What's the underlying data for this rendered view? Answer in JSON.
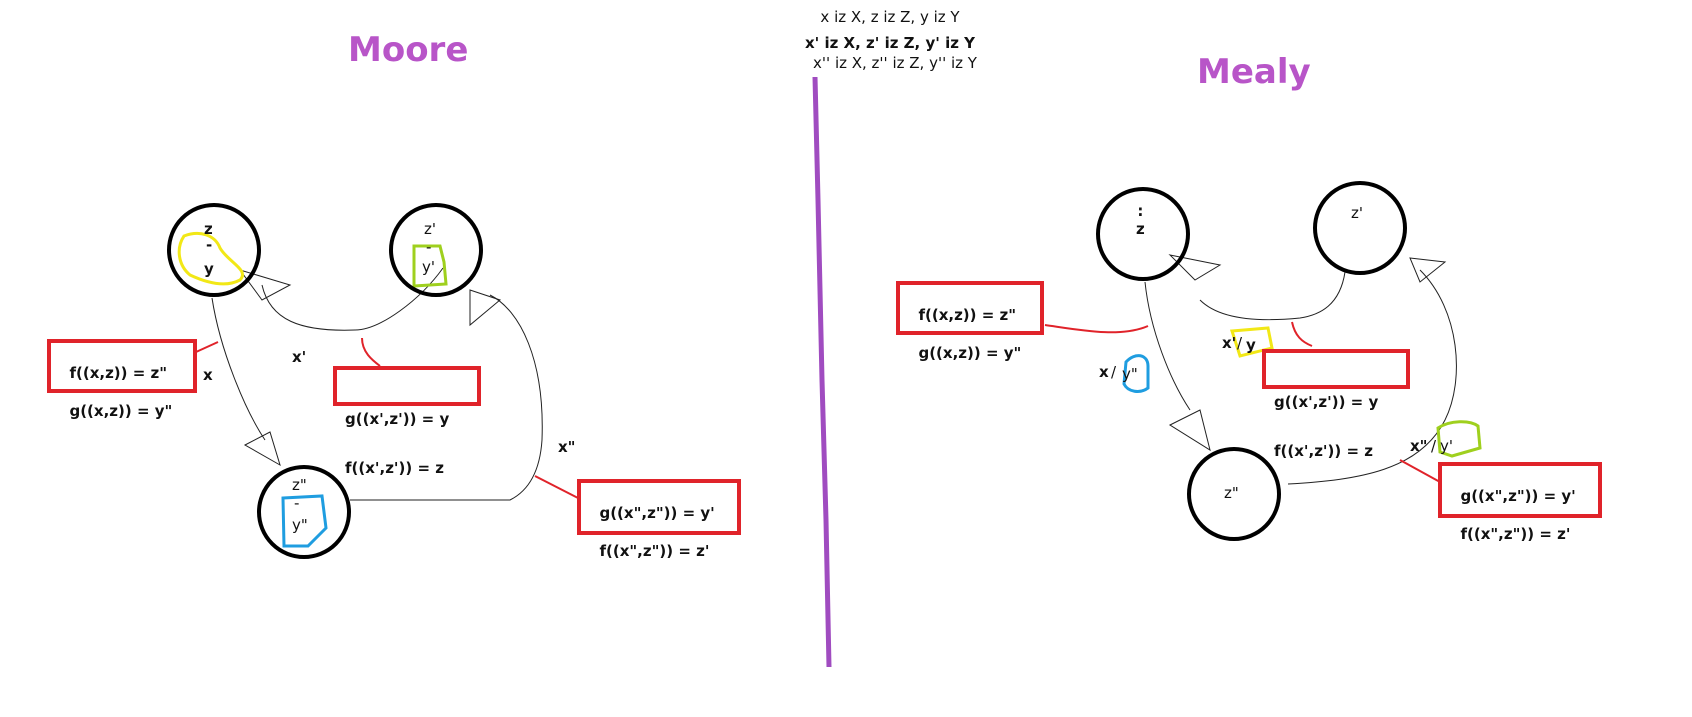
{
  "legend": {
    "line1": "x iz X, z iz Z, y iz Y",
    "line2": "x' iz X, z' iz Z, y' iz Y",
    "line3": "x'' iz X, z'' iz Z, y'' iz Y"
  },
  "moore": {
    "title": "Moore",
    "states": {
      "s1": {
        "state": "z",
        "sep": "-",
        "output": "y"
      },
      "s2": {
        "state": "z'",
        "sep": "-",
        "output": "y'"
      },
      "s3": {
        "state": "z\"",
        "sep": "-",
        "output": "y\""
      }
    },
    "edges": {
      "e1": "x",
      "e2": "x'",
      "e3": "x\""
    },
    "boxes": {
      "b1": {
        "line1": "f((x,z)) = z\"",
        "line2": "g((x,z)) = y\""
      },
      "b2": {
        "line1": "g((x',z')) = y",
        "line2": "f((x',z')) = z"
      },
      "b3": {
        "line1": "g((x\",z\")) = y'",
        "line2": "f((x\",z\")) = z'"
      }
    }
  },
  "mealy": {
    "title": "Mealy",
    "states": {
      "s1": ":\nz",
      "s2": "z'",
      "s3": "z\""
    },
    "edges": {
      "e1": {
        "input": "x",
        "output": "y\""
      },
      "e2": {
        "input": "x'",
        "output": "y"
      },
      "e3": {
        "input": "x\"",
        "output": "y'"
      }
    },
    "boxes": {
      "b1": {
        "line1": "f((x,z)) = z\"",
        "line2": "g((x,z)) = y\""
      },
      "b2": {
        "line1": "g((x',z')) = y",
        "line2": "f((x',z')) = z"
      },
      "b3": {
        "line1": "g((x\",z\")) = y'",
        "line2": "f((x\",z\")) = z'"
      }
    }
  },
  "colors": {
    "title": "#b855c8",
    "divider": "#a04cc0",
    "box_border": "#e0232a",
    "highlight_yellow": "#f2e816",
    "highlight_green": "#9fd01e",
    "highlight_blue": "#1f9de0"
  }
}
